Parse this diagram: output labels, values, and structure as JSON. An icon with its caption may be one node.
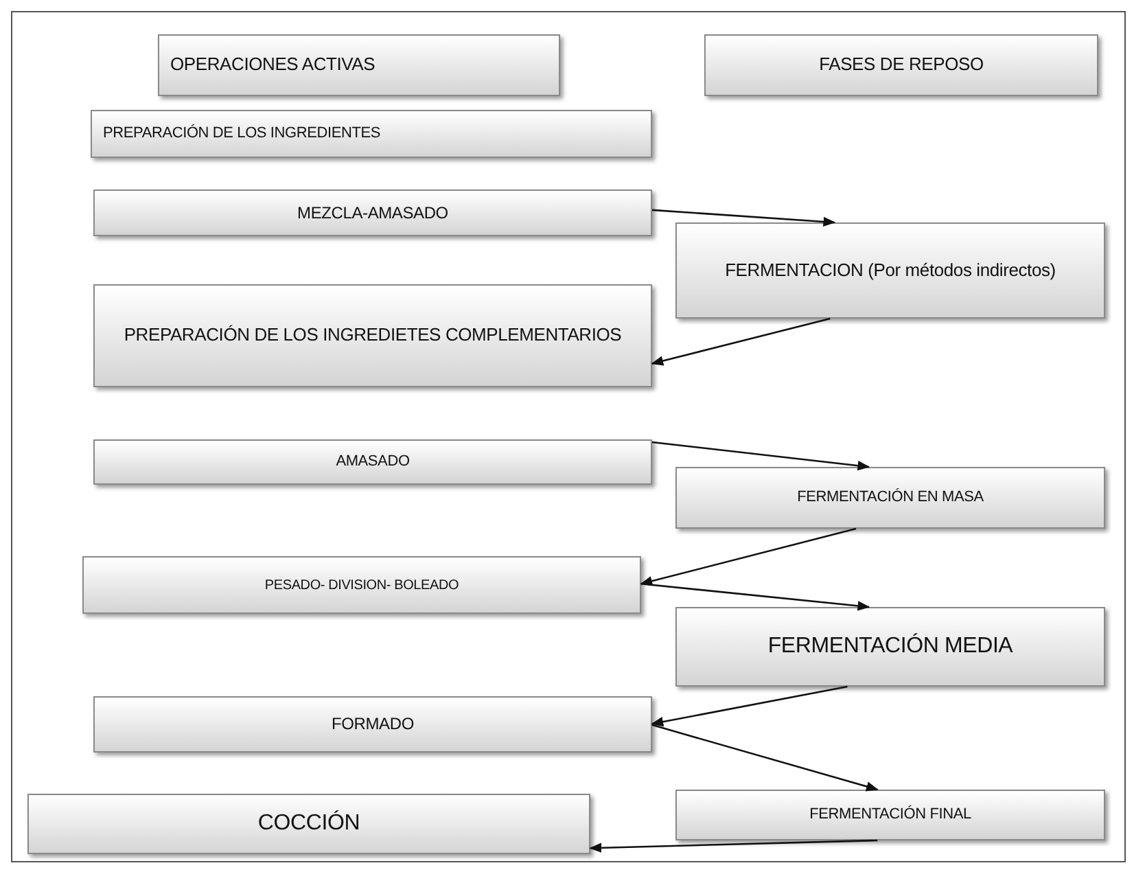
{
  "diagram": {
    "nodes": [
      {
        "text": [
          "OPERACIONES ACTIVAS"
        ]
      },
      {
        "text": [
          "FASES DE REPOSO"
        ]
      },
      {
        "text": [
          "PREPARACIÓN DE LOS  INGREDIENTES"
        ]
      },
      {
        "text": [
          "MEZCLA-AMASADO"
        ]
      },
      {
        "text": [
          "FERMENTACION (Por métodos indirectos)"
        ]
      },
      {
        "text": [
          "PREPARACIÓN DE LOS INGREDIETES COMPLEMENTARIOS"
        ]
      },
      {
        "text": [
          "AMASADO"
        ]
      },
      {
        "text": [
          "FERMENTACIÓN EN MASA"
        ]
      },
      {
        "text": [
          "PESADO- DIVISION- BOLEADO"
        ]
      },
      {
        "text": [
          "FERMENTACIÓN MEDIA"
        ]
      },
      {
        "text": [
          "FORMADO"
        ]
      },
      {
        "text": [
          "FERMENTACIÓN FINAL"
        ]
      },
      {
        "text": [
          "COCCIÓN"
        ]
      }
    ],
    "edges": [
      {
        "from": 3,
        "to": 4,
        "arrow": "to"
      },
      {
        "from": 4,
        "to": 5,
        "arrow": "to"
      },
      {
        "from": 6,
        "to": 7,
        "arrow": "to"
      },
      {
        "from": 7,
        "to": 8,
        "arrow": "to"
      },
      {
        "from": 8,
        "to": 9,
        "arrow": "to"
      },
      {
        "from": 9,
        "to": 10,
        "arrow": "to"
      },
      {
        "from": 10,
        "to": 11,
        "arrow": "to"
      },
      {
        "from": 11,
        "to": 12,
        "arrow": "to"
      }
    ]
  }
}
